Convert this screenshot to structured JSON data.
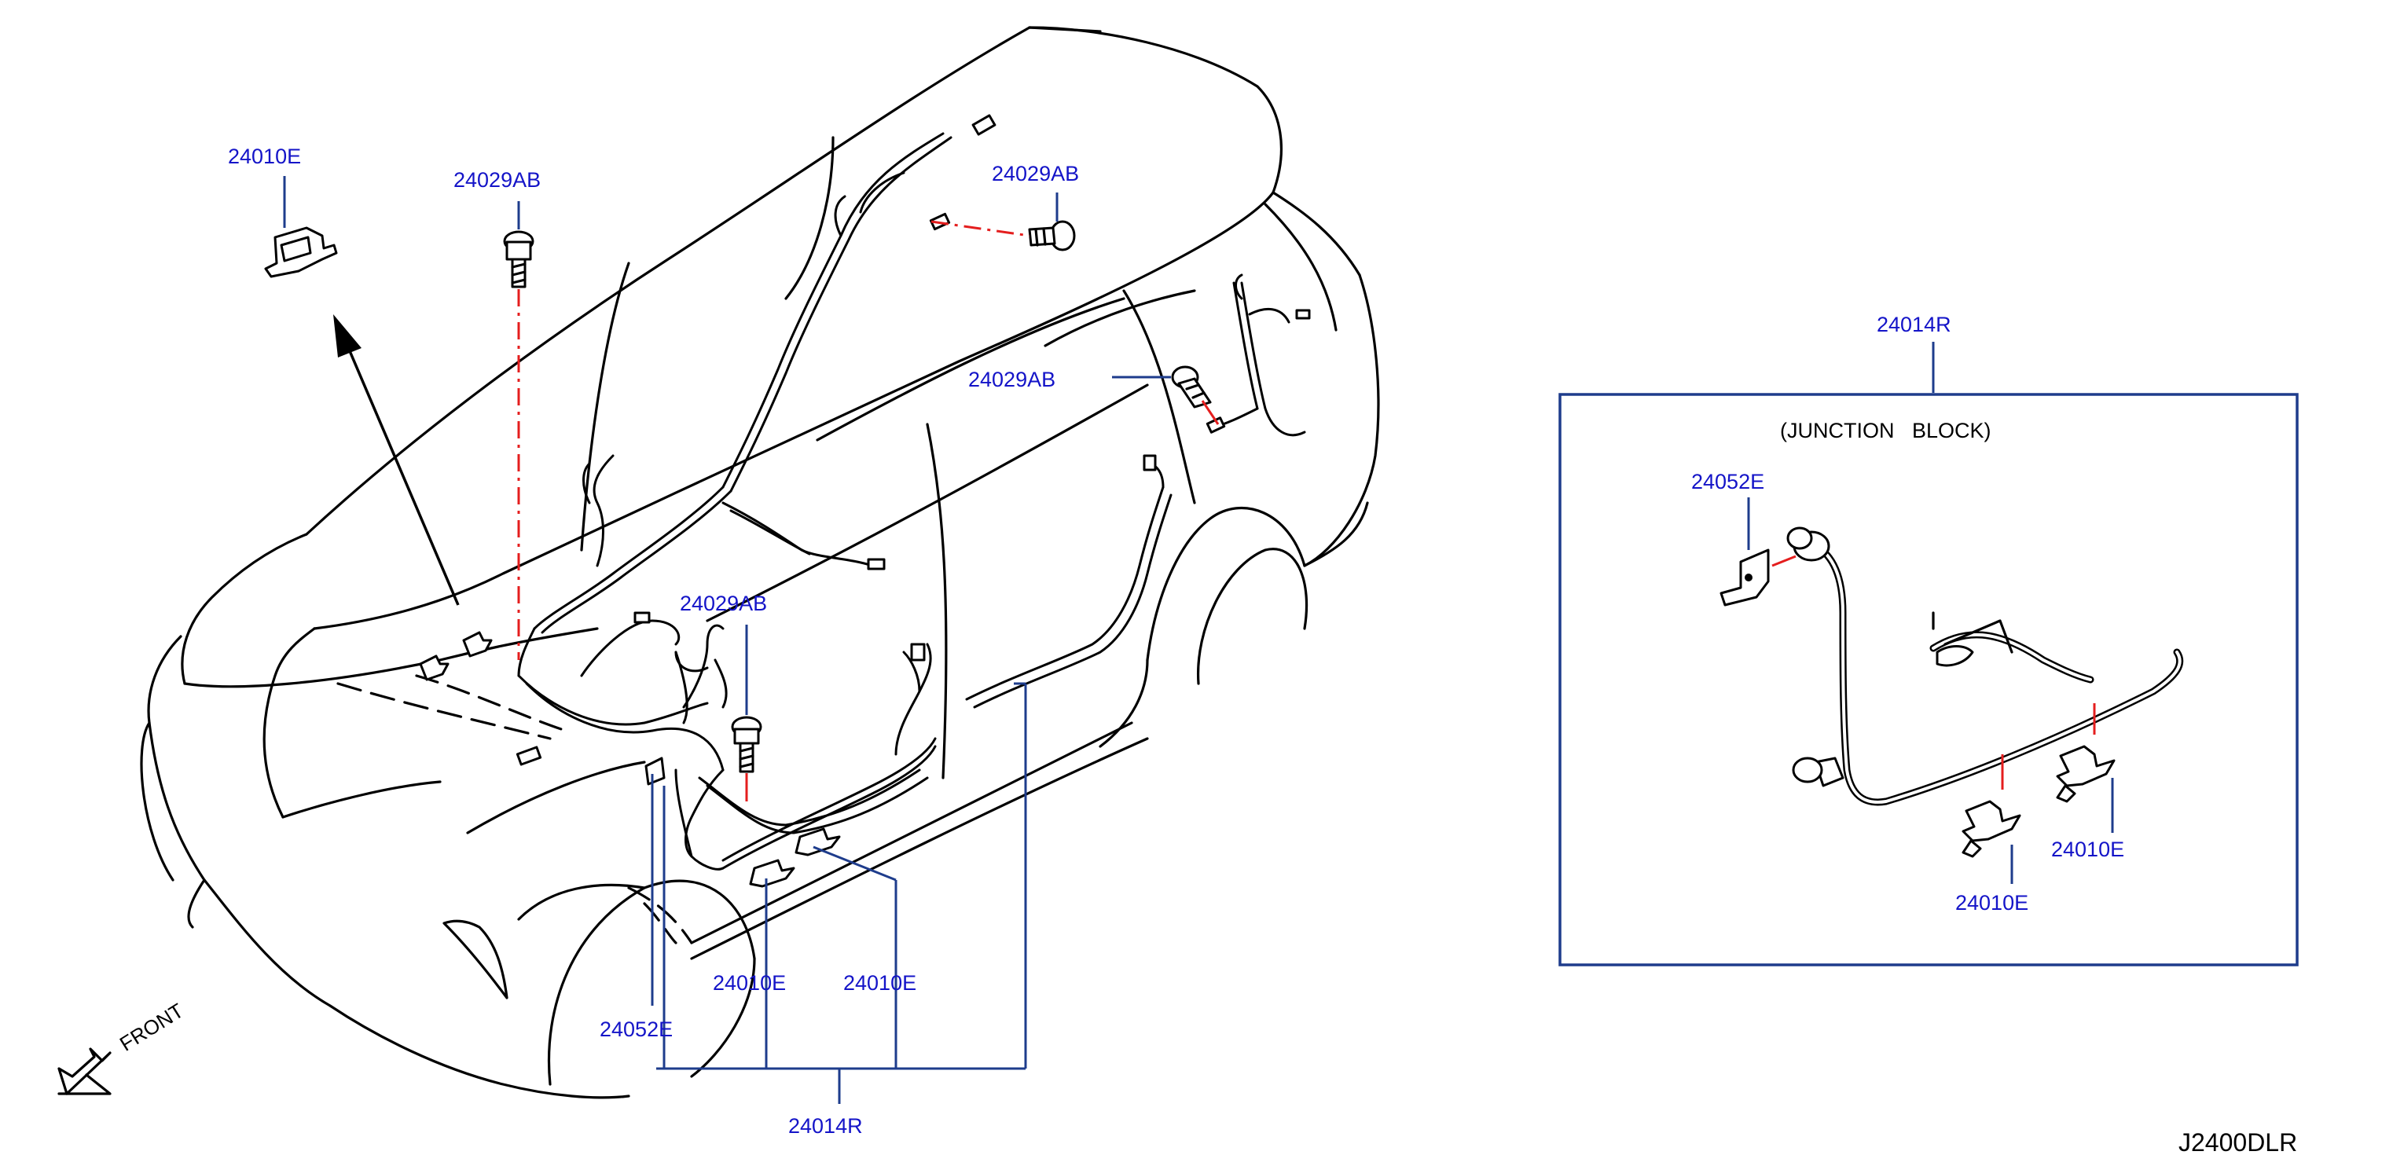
{
  "diagram": {
    "drawing_code": "J2400DLR",
    "front_label": "FRONT",
    "callouts": {
      "clip_top_left": "24010E",
      "bolt_upper_left": "24029AB",
      "bolt_upper_right": "24029AB",
      "bolt_side_right": "24029AB",
      "bolt_center": "24029AB",
      "clip_floor_1": "24010E",
      "clip_floor_2": "24010E",
      "bracket_floor": "24052E",
      "harness_main": "24014R"
    },
    "detail": {
      "title": "24014R",
      "caption": "(JUNCTION   BLOCK)",
      "bracket": "24052E",
      "clip_right": "24010E",
      "clip_bottom": "24010E"
    }
  },
  "colors": {
    "callout_text": "#1414c8",
    "leader_line": "#1e3c8c",
    "attach_line": "#e41e1e",
    "linework": "#000000"
  }
}
